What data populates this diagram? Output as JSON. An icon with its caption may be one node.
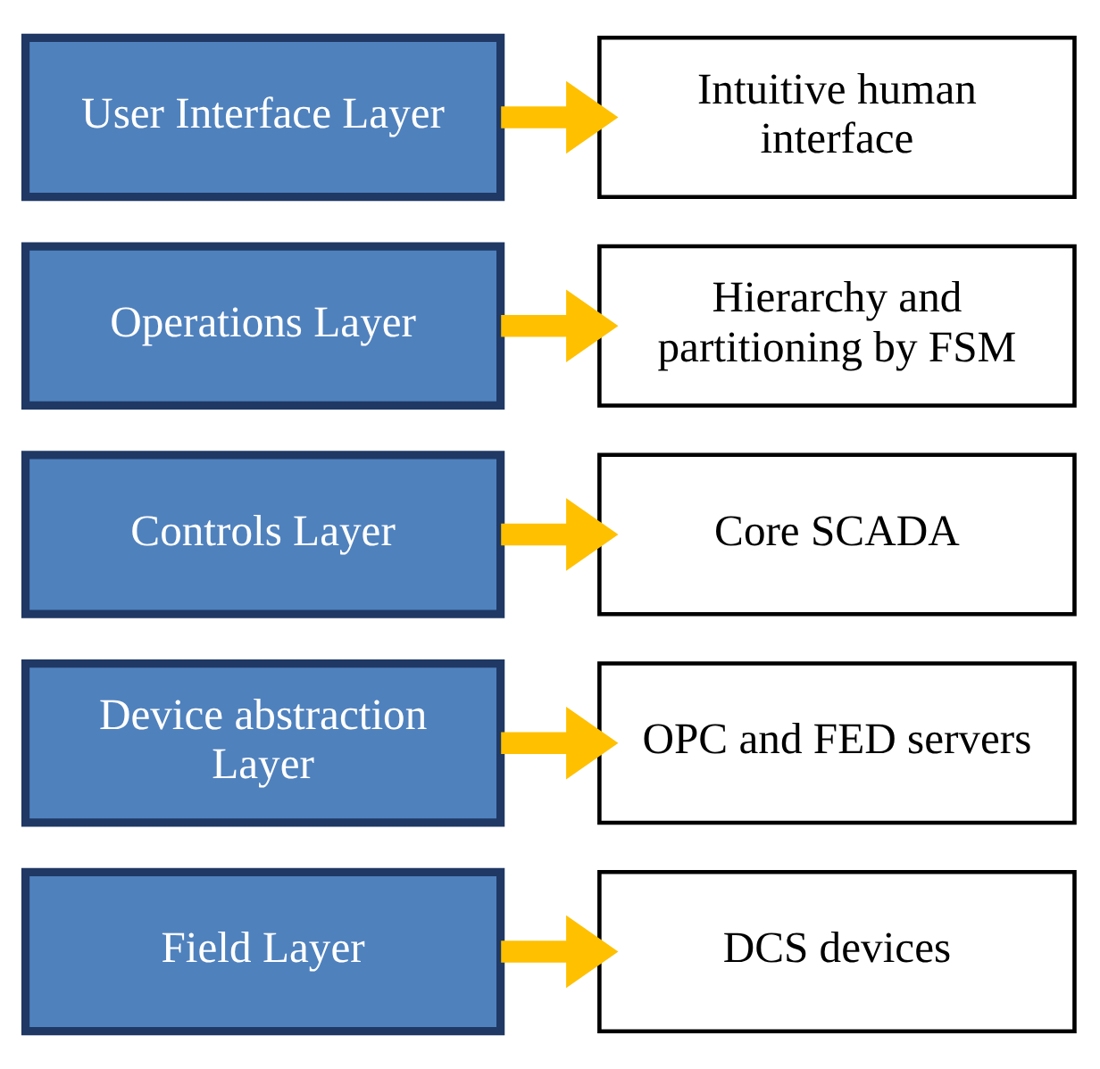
{
  "diagram": {
    "nodes": [
      {
        "text": [
          "User Interface Layer"
        ]
      },
      {
        "text": [
          "Intuitive human interface"
        ]
      },
      {
        "text": [
          "Operations Layer"
        ]
      },
      {
        "text": [
          "Hierarchy and partitioning by FSM"
        ]
      },
      {
        "text": [
          "Controls Layer"
        ]
      },
      {
        "text": [
          "Core SCADA"
        ]
      },
      {
        "text": [
          "Device abstraction Layer"
        ]
      },
      {
        "text": [
          "OPC and FED servers"
        ]
      },
      {
        "text": [
          "Field Layer"
        ]
      },
      {
        "text": [
          "DCS devices"
        ]
      }
    ],
    "edges": [
      {
        "from": 0,
        "to": 1,
        "arrow": "to"
      },
      {
        "from": 2,
        "to": 3,
        "arrow": "to"
      },
      {
        "from": 4,
        "to": 5,
        "arrow": "to"
      },
      {
        "from": 6,
        "to": 7,
        "arrow": "to"
      },
      {
        "from": 8,
        "to": 9,
        "arrow": "to"
      }
    ]
  }
}
